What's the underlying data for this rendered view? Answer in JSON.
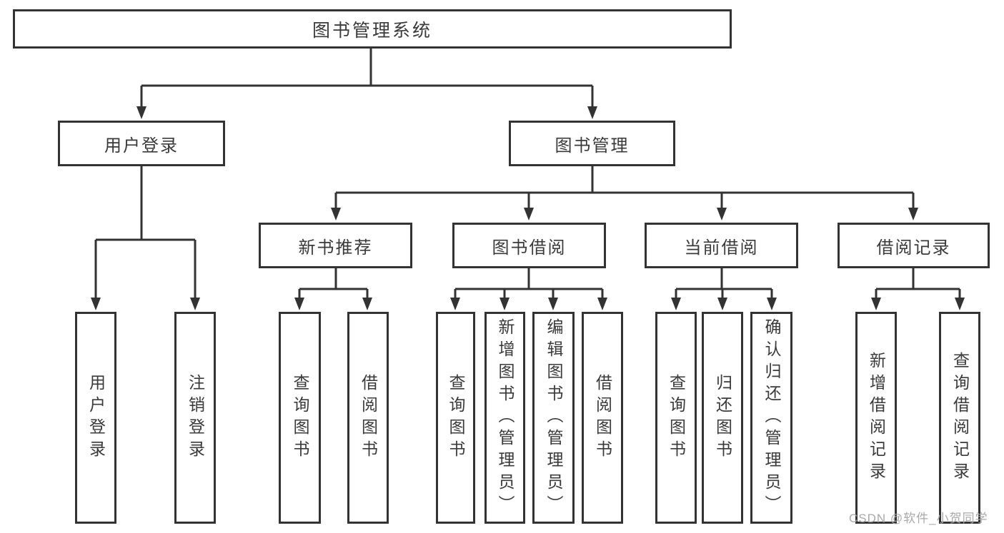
{
  "diagram": {
    "root": {
      "label": "图书管理系统"
    },
    "level1": [
      {
        "label": "用户登录"
      },
      {
        "label": "图书管理"
      }
    ],
    "level2": [
      {
        "label": "新书推荐"
      },
      {
        "label": "图书借阅"
      },
      {
        "label": "当前借阅"
      },
      {
        "label": "借阅记录"
      }
    ],
    "leaves": [
      {
        "label": "用户登录"
      },
      {
        "label": "注销登录"
      },
      {
        "label": "查询图书"
      },
      {
        "label": "借阅图书"
      },
      {
        "label": "查询图书"
      },
      {
        "label": "新增图书（管理员）"
      },
      {
        "label": "编辑图书（管理员）"
      },
      {
        "label": "借阅图书"
      },
      {
        "label": "查询图书"
      },
      {
        "label": "归还图书"
      },
      {
        "label": "确认归还（管理员）"
      },
      {
        "label": "新增借阅记录"
      },
      {
        "label": "查询借阅记录"
      }
    ]
  },
  "watermark": {
    "text": "CSDN @软件_小贺同学"
  },
  "colors": {
    "line": "#333333",
    "text": "#3a3a3a",
    "watermark": "#a9a9a9",
    "background": "#ffffff"
  }
}
